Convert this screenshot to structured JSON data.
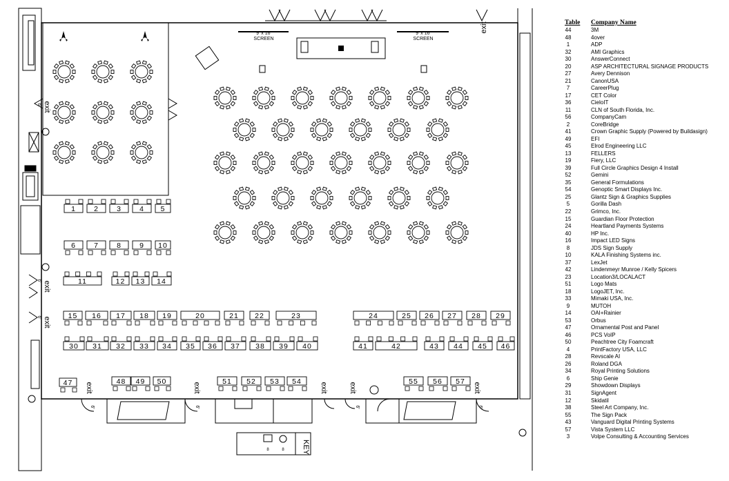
{
  "floor": {
    "screens": [
      {
        "size": "9' x 16'",
        "label": "SCREEN"
      },
      {
        "size": "9' x 16'",
        "label": "SCREEN"
      }
    ],
    "exit_label": "exit",
    "door_label": "6'",
    "key_label": "KEY",
    "key_items": [
      "8",
      "8"
    ],
    "table_numbers": [
      "1",
      "2",
      "3",
      "4",
      "5",
      "6",
      "7",
      "8",
      "9",
      "10",
      "11",
      "12",
      "13",
      "14",
      "15",
      "16",
      "17",
      "18",
      "19",
      "20",
      "21",
      "22",
      "23",
      "24",
      "25",
      "26",
      "27",
      "28",
      "29",
      "30",
      "31",
      "32",
      "33",
      "34",
      "35",
      "36",
      "37",
      "38",
      "39",
      "40",
      "41",
      "42",
      "43",
      "44",
      "45",
      "46",
      "47",
      "48",
      "49",
      "50",
      "51",
      "52",
      "53",
      "54",
      "55",
      "56",
      "57"
    ]
  },
  "legend": {
    "col_table": "Table",
    "col_company": "Company Name",
    "entries": [
      {
        "table": "44",
        "company": "3M"
      },
      {
        "table": "48",
        "company": "4over"
      },
      {
        "table": "1",
        "company": "ADP"
      },
      {
        "table": "32",
        "company": "AMI Graphics"
      },
      {
        "table": "30",
        "company": "AnswerConnect"
      },
      {
        "table": "20",
        "company": "ASP ARCHITECTURAL SIGNAGE PRODUCTS"
      },
      {
        "table": "27",
        "company": "Avery Dennison"
      },
      {
        "table": "21",
        "company": "CanonUSA"
      },
      {
        "table": "7",
        "company": "CareerPlug"
      },
      {
        "table": "17",
        "company": "CET Color"
      },
      {
        "table": "36",
        "company": "CieloIT"
      },
      {
        "table": "11",
        "company": "CLN of South Florida, Inc."
      },
      {
        "table": "56",
        "company": "CompanyCam"
      },
      {
        "table": "2",
        "company": "CoreBridge"
      },
      {
        "table": "41",
        "company": "Crown Graphic Supply (Powered by Buildasign)"
      },
      {
        "table": "49",
        "company": "EFI"
      },
      {
        "table": "45",
        "company": "Elrod Engineering LLC"
      },
      {
        "table": "13",
        "company": "FELLERS"
      },
      {
        "table": "19",
        "company": "Fiery, LLC"
      },
      {
        "table": "39",
        "company": "Full Circle Graphics Design 4 Install"
      },
      {
        "table": "52",
        "company": "Gemini"
      },
      {
        "table": "35",
        "company": "General Formulations"
      },
      {
        "table": "54",
        "company": "Genoptic Smart Displays Inc."
      },
      {
        "table": "25",
        "company": "Glantz Sign & Graphics Supplies"
      },
      {
        "table": "5",
        "company": "Gorilla Dash"
      },
      {
        "table": "22",
        "company": "Grimco, Inc."
      },
      {
        "table": "15",
        "company": "Guardian Floor Protection"
      },
      {
        "table": "24",
        "company": "Heartland Payments Systems"
      },
      {
        "table": "40",
        "company": "HP Inc."
      },
      {
        "table": "16",
        "company": "Impact LED Signs"
      },
      {
        "table": "8",
        "company": "JDS Sign Supply"
      },
      {
        "table": "10",
        "company": "KALA Finishing Systems inc."
      },
      {
        "table": "37",
        "company": "LexJet"
      },
      {
        "table": "42",
        "company": "Lindenmeyr Munroe / Kelly Spicers"
      },
      {
        "table": "23",
        "company": "Location3/LOCALACT"
      },
      {
        "table": "51",
        "company": "Logo Mats"
      },
      {
        "table": "18",
        "company": "LogoJET, Inc."
      },
      {
        "table": "33",
        "company": "Mimaki USA, Inc."
      },
      {
        "table": "9",
        "company": "MUTOH"
      },
      {
        "table": "14",
        "company": "OAI+Rainier"
      },
      {
        "table": "53",
        "company": "Orbus"
      },
      {
        "table": "47",
        "company": "Ornamental Post and Panel"
      },
      {
        "table": "46",
        "company": "PCS VoIP"
      },
      {
        "table": "50",
        "company": "Peachtree City Foamcraft"
      },
      {
        "table": "4",
        "company": "PrintFactory USA, LLC"
      },
      {
        "table": "28",
        "company": "Revscale AI"
      },
      {
        "table": "26",
        "company": "Roland DGA"
      },
      {
        "table": "34",
        "company": "Royal Printing Solutions"
      },
      {
        "table": "6",
        "company": "Ship Genie"
      },
      {
        "table": "29",
        "company": "Showdown Displays"
      },
      {
        "table": "31",
        "company": "SignAgent"
      },
      {
        "table": "12",
        "company": "Skidatil"
      },
      {
        "table": "38",
        "company": "Steel Art Company, Inc."
      },
      {
        "table": "55",
        "company": "The Sign Pack"
      },
      {
        "table": "43",
        "company": "Vanguard Digital Printing Systems"
      },
      {
        "table": "57",
        "company": "Vista System LLC"
      },
      {
        "table": "3",
        "company": "Volpe Consulting & Accounting Services"
      }
    ]
  }
}
